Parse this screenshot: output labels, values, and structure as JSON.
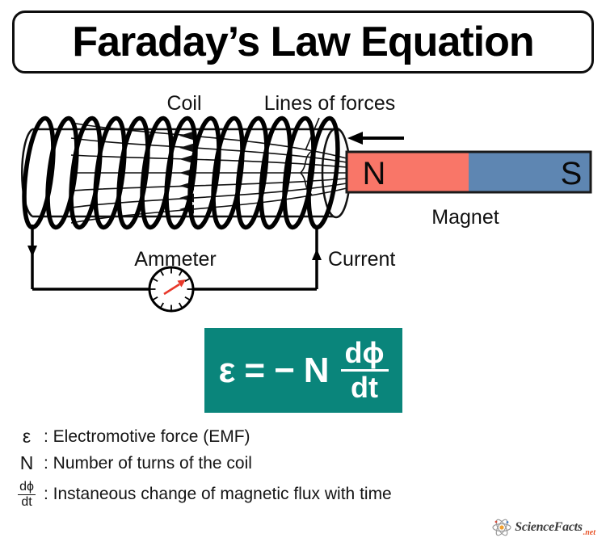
{
  "title": "Faraday’s Law Equation",
  "diagram": {
    "coil_label": "Coil",
    "lines_of_forces_label": "Lines of forces",
    "magnet_label": "Magnet",
    "pole_n": "N",
    "pole_s": "S",
    "ammeter_label": "Ammeter",
    "current_label": "Current",
    "colors": {
      "north_pole": "#f97668",
      "south_pole": "#5e86b2",
      "needle": "#e8382a",
      "outline": "#111111"
    }
  },
  "equation": {
    "epsilon": "ε",
    "equals": "=",
    "minus": "−",
    "coefficient": "N",
    "numerator": "dϕ",
    "denominator": "dt",
    "colors": {
      "background": "#0a857b",
      "text": "#ffffff"
    }
  },
  "legend": {
    "rows": [
      {
        "symbol": "ε",
        "text": ": Electromotive force (EMF)"
      },
      {
        "symbol": "N",
        "text": ": Number of turns of the coil"
      },
      {
        "numerator": "dϕ",
        "denominator": "dt",
        "text": ": Instaneous change of magnetic flux with time"
      }
    ]
  },
  "footer": {
    "brand": "ScienceFacts",
    "suffix": ".net",
    "colors": {
      "brand_text": "#3b3b3b",
      "suffix_text": "#e8552a",
      "nucleus": "#f0a030",
      "orbit": "#9a9a9a",
      "electron_red": "#d94f3d",
      "electron_blue": "#4a7fc1"
    }
  }
}
